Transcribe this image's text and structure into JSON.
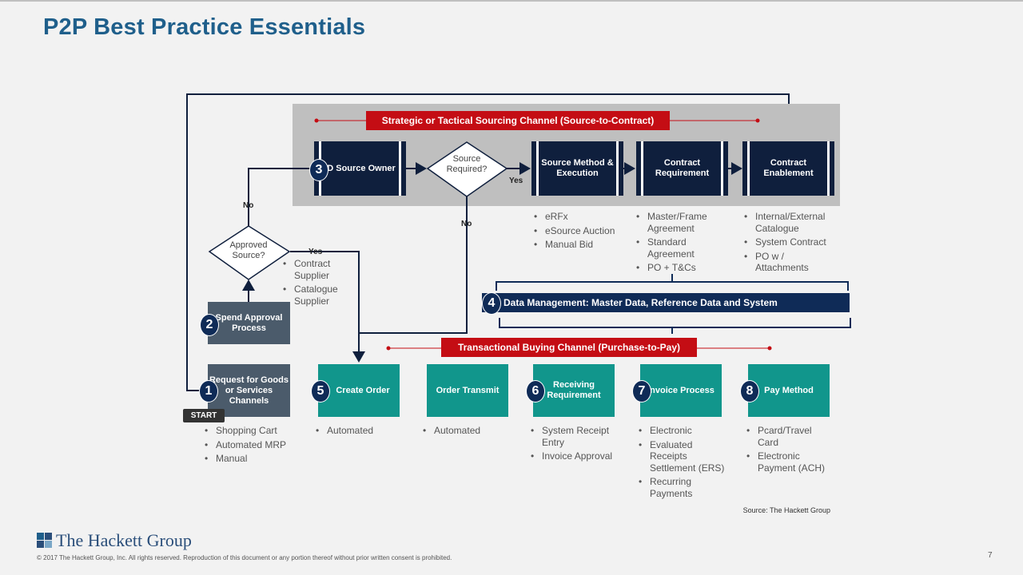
{
  "title": "P2P Best Practice Essentials",
  "sourcing": {
    "banner": "Strategic or Tactical Sourcing Channel (Source-to-Contract)",
    "id_source_owner": "ID Source Owner",
    "source_required": "Source Required?",
    "source_method": "Source Method & Execution",
    "contract_requirement": "Contract Requirement",
    "contract_enablement": "Contract Enablement",
    "yes": "Yes",
    "no": "No",
    "method_items": [
      "eRFx",
      "eSource Auction",
      "Manual Bid"
    ],
    "contract_items": [
      "Master/Frame Agreement",
      "Standard Agreement",
      "PO + T&Cs"
    ],
    "enablement_items": [
      "Internal/External Catalogue",
      "System Contract",
      "PO w / Attachments"
    ]
  },
  "approved_source": "Approved Source?",
  "approved_yes": "Yes",
  "approved_no": "No",
  "approved_items": [
    "Contract Supplier",
    "Catalogue Supplier"
  ],
  "spend_approval": "Spend Approval Process",
  "request": "Request for Goods or Services Channels",
  "start": "START",
  "request_items": [
    "Shopping Cart",
    "Automated MRP",
    "Manual"
  ],
  "data_management": "Data Management: Master Data, Reference Data and System",
  "transactional": {
    "banner": "Transactional Buying Channel (Purchase-to-Pay)",
    "create_order": "Create Order",
    "order_transmit": "Order Transmit",
    "receiving": "Receiving Requirement",
    "invoice": "Invoice Process",
    "pay_method": "Pay Method",
    "create_items": [
      "Automated"
    ],
    "transmit_items": [
      "Automated"
    ],
    "receiving_items": [
      "System Receipt Entry",
      "Invoice Approval"
    ],
    "invoice_items": [
      "Electronic",
      "Evaluated Receipts Settlement (ERS)",
      "Recurring Payments"
    ],
    "pay_items": [
      "Pcard/Travel Card",
      "Electronic Payment (ACH)"
    ]
  },
  "numbers": [
    "1",
    "2",
    "3",
    "4",
    "5",
    "6",
    "7",
    "8"
  ],
  "source_note": "Source: The Hackett Group",
  "logo_text": "The Hackett Group",
  "copyright": "© 2017 The Hackett Group, Inc. All rights reserved. Reproduction of this document or any portion thereof without prior written consent is prohibited.",
  "page_number": "7",
  "colors": {
    "title": "#1f5f8b",
    "red": "#c40d14",
    "navy": "#0f1f3d",
    "teal": "#11968c",
    "slate": "#4b5b6b",
    "panel": "#bfbfbf"
  }
}
